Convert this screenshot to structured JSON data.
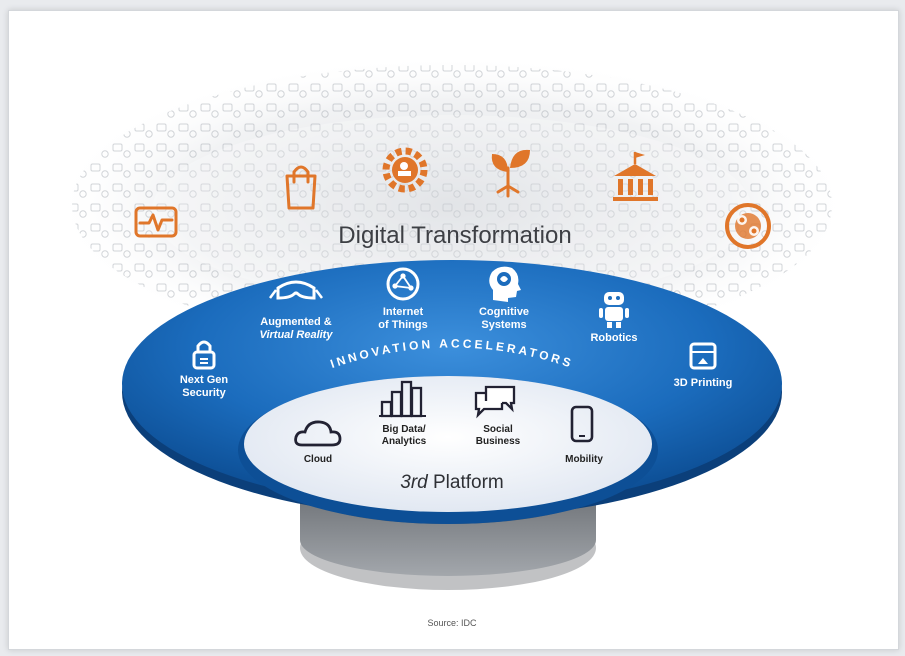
{
  "title": "Digital Transformation",
  "ring_title": "INNOVATION ACCELERATORS",
  "platform_title_italic": "3rd",
  "platform_title_rest": " Platform",
  "source": "Source: IDC",
  "colors": {
    "orange": "#e0762a",
    "blue": "#1a6fbf",
    "blue_dark": "#0d4f96",
    "platform_bg": "#f3f6fb"
  },
  "digital_icons": [
    "heart-monitor-icon",
    "shopping-bag-icon",
    "gear-worker-icon",
    "plant-energy-icon",
    "government-building-icon",
    "finance-globe-icon"
  ],
  "accelerators": {
    "ar_vr": {
      "line1": "Augmented &",
      "line2": "Virtual Reality",
      "icon": "vr-goggles-icon"
    },
    "iot": {
      "line1": "Internet",
      "line2": "of Things",
      "icon": "globe-network-icon"
    },
    "cognitive": {
      "line1": "Cognitive",
      "line2": "Systems",
      "icon": "brain-head-icon"
    },
    "robotics": {
      "line1": "Robotics",
      "icon": "robot-icon"
    },
    "security": {
      "line1": "Next Gen",
      "line2": "Security",
      "icon": "padlock-icon"
    },
    "printing": {
      "line1": "3D Printing",
      "icon": "printer-3d-icon"
    }
  },
  "platform": {
    "cloud": {
      "label": "Cloud",
      "icon": "cloud-icon"
    },
    "bigdata": {
      "line1": "Big Data/",
      "line2": "Analytics",
      "icon": "bar-chart-icon"
    },
    "social": {
      "line1": "Social",
      "line2": "Business",
      "icon": "chat-bubbles-icon"
    },
    "mobility": {
      "label": "Mobility",
      "icon": "smartphone-icon"
    }
  }
}
